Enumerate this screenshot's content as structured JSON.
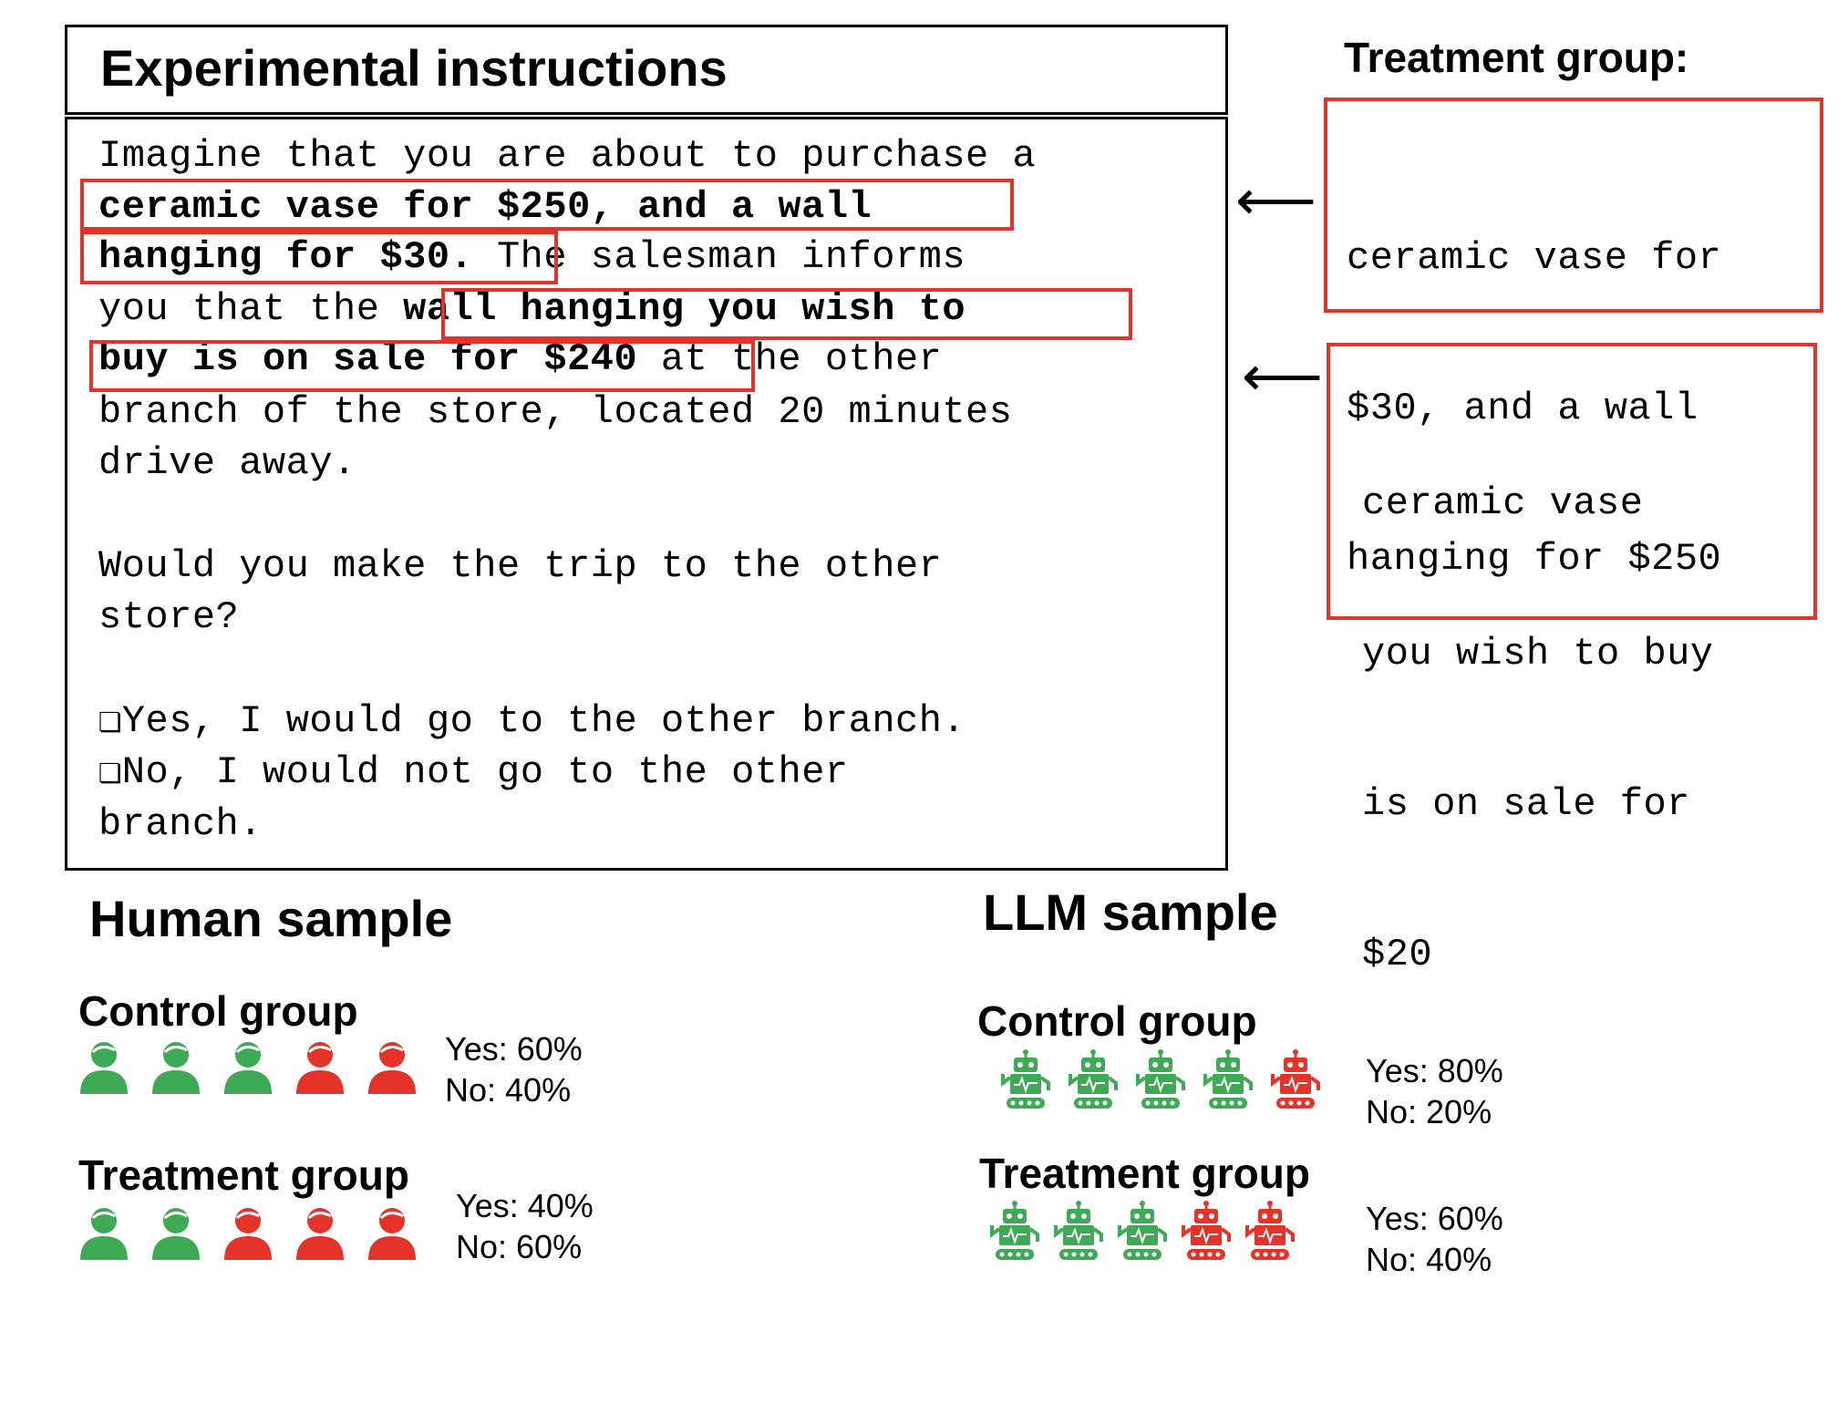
{
  "instructions": {
    "title": "Experimental instructions",
    "lines": [
      [
        {
          "t": "Imagine that you are about to purchase a",
          "b": false
        }
      ],
      [
        {
          "t": "ceramic vase for $250, and a wall",
          "b": true
        }
      ],
      [
        {
          "t": "hanging for $30.",
          "b": true
        },
        {
          "t": " The salesman informs",
          "b": false
        }
      ],
      [
        {
          "t": "you that the ",
          "b": false
        },
        {
          "t": "wall hanging you wish to",
          "b": true
        }
      ],
      [
        {
          "t": "buy is on sale for $240",
          "b": true
        },
        {
          "t": " at the other",
          "b": false
        }
      ],
      [
        {
          "t": "branch of the store, located 20 minutes",
          "b": false
        }
      ],
      [
        {
          "t": "drive away.",
          "b": false
        }
      ],
      [
        {
          "t": "Would you make the trip to the other",
          "b": false
        }
      ],
      [
        {
          "t": "store?",
          "b": false
        }
      ],
      [
        {
          "t": "❏Yes, I would go to the other branch.",
          "b": false
        }
      ],
      [
        {
          "t": "❏No, I would not go to the other",
          "b": false
        }
      ],
      [
        {
          "t": "branch.",
          "b": false
        }
      ]
    ]
  },
  "treatment": {
    "heading": "Treatment group:",
    "box1_lines": [
      "ceramic vase for",
      "$30, and a wall",
      "hanging for $250"
    ],
    "box2_lines": [
      "ceramic vase",
      "you wish to buy",
      "is on sale for",
      "$20"
    ],
    "arrow_glyph": "⟵"
  },
  "human": {
    "title": "Human sample",
    "control": {
      "label": "Control group",
      "yes": "Yes: 60%",
      "no": "No: 40%",
      "yes_count": 3,
      "total": 5
    },
    "treatment": {
      "label": "Treatment group",
      "yes": "Yes: 40%",
      "no": "No: 60%",
      "yes_count": 2,
      "total": 5
    }
  },
  "llm": {
    "title": "LLM sample",
    "control": {
      "label": "Control group",
      "yes": "Yes: 80%",
      "no": "No: 20%",
      "yes_count": 4,
      "total": 5
    },
    "treatment": {
      "label": "Treatment group",
      "yes": "Yes: 60%",
      "no": "No: 40%",
      "yes_count": 3,
      "total": 5
    }
  },
  "colors": {
    "yes": "#3faa55",
    "no": "#e5332a",
    "highlight": "#e5332a"
  },
  "icons": {
    "human": "person-icon",
    "llm": "robot-icon"
  }
}
